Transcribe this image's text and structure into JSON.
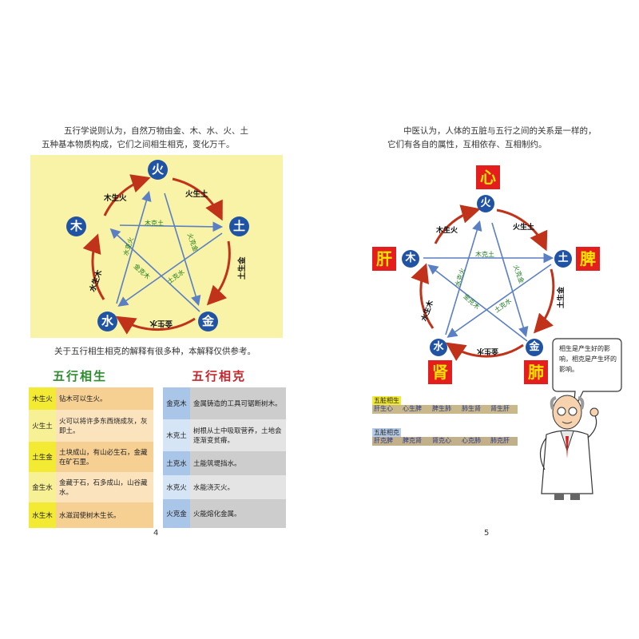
{
  "left_page": {
    "intro_line1": "五行学说则认为，自然万物由金、木、水、火、土",
    "intro_line2": "五种基本物质构成，它们之间相生相克，变化万千。",
    "diagram": {
      "elements": {
        "fire": "火",
        "earth": "土",
        "metal": "金",
        "water": "水",
        "wood": "木"
      },
      "generating": {
        "wood_fire": "木生火",
        "fire_earth": "火生土",
        "earth_metal": "土生金",
        "metal_water": "金生水",
        "water_wood": "水生木"
      },
      "overcoming": {
        "wood_earth": "木克土",
        "fire_metal": "火克金",
        "water_fire": "水克火",
        "metal_wood": "金克木",
        "earth_water": "土克水"
      },
      "colors": {
        "background": "#f8f3a6",
        "circle": "#2153a4",
        "arrow_red": "#c0321a",
        "arrow_blue": "#5a7fc4",
        "label_green": "#1a7a1a"
      }
    },
    "note": "关于五行相生相克的解释有很多种，本解释仅供参考。",
    "sheng_title": "五行相生",
    "ke_title": "五行相克",
    "sheng_table": [
      {
        "key": "木生火",
        "text": "钻木可以生火。"
      },
      {
        "key": "火生土",
        "text": "火可以将许多东西烧成灰，灰即土。"
      },
      {
        "key": "土生金",
        "text": "土块成山，有山必生石，金藏在矿石里。"
      },
      {
        "key": "金生水",
        "text": "金藏于石，石多成山，山谷藏水。"
      },
      {
        "key": "水生木",
        "text": "水滋润使树木生长。"
      }
    ],
    "ke_table": [
      {
        "key": "金克木",
        "text": "金属铸造的工具可锯断树木。"
      },
      {
        "key": "木克土",
        "text": "树根从土中吸取营养，土地会逐渐变贫瘠。"
      },
      {
        "key": "土克水",
        "text": "土能筑堤挡水。"
      },
      {
        "key": "水克火",
        "text": "水能浇灭火。"
      },
      {
        "key": "火克金",
        "text": "火能熔化金属。"
      }
    ],
    "page_number": "4"
  },
  "right_page": {
    "intro_line1": "中医认为，人体的五脏与五行之间的关系是一样的，",
    "intro_line2": "它们有各自的属性，互相依存、互相制约。",
    "organs": {
      "heart": "心",
      "spleen": "脾",
      "lung": "肺",
      "kidney": "肾",
      "liver": "肝"
    },
    "diagram": {
      "elements": {
        "fire": "火",
        "earth": "土",
        "metal": "金",
        "water": "水",
        "wood": "木"
      },
      "generating": {
        "wood_fire": "木生火",
        "fire_earth": "火生土",
        "earth_metal": "土生金",
        "metal_water": "金生水",
        "water_wood": "水生木"
      },
      "overcoming": {
        "wood_earth": "木克土",
        "fire_metal": "火克金",
        "water_fire": "水克火",
        "metal_wood": "金克木",
        "earth_water": "土克水"
      }
    },
    "speech": "相生是产生好的影响，相克是产生坏的影响。",
    "wuzang_sheng": {
      "title": "五脏相生",
      "items": [
        "肝生心",
        "心生脾",
        "脾生肺",
        "肺生肾",
        "肾生肝"
      ]
    },
    "wuzang_ke": {
      "title": "五脏相克",
      "items": [
        "肝克脾",
        "脾克肾",
        "肾克心",
        "心克肺",
        "肺克肝"
      ]
    },
    "page_number": "5"
  }
}
